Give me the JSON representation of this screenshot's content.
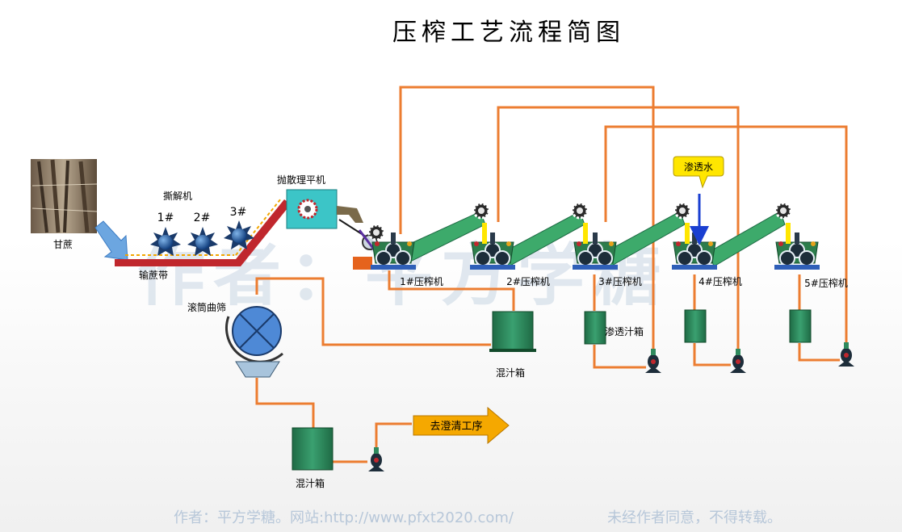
{
  "title": "压榨工艺流程简图",
  "labels": {
    "sugarcane": "甘蔗",
    "conveyor": "输蔗带",
    "shredder": "撕解机",
    "shredder_1": "1#",
    "shredder_2": "2#",
    "shredder_3": "3#",
    "leveler": "抛散理平机",
    "mill_1": "1#压榨机",
    "mill_2": "2#压榨机",
    "mill_3": "3#压榨机",
    "mill_4": "4#压榨机",
    "mill_5": "5#压榨机",
    "imbibition_water": "渗透水",
    "imbibition_tank": "渗透汁箱",
    "mixed_tank_upper": "混汁箱",
    "rotary_screen": "滚筒曲筛",
    "mixed_tank_lower": "混汁箱",
    "to_clarification": "去澄清工序"
  },
  "watermark": "作者：平方学糖",
  "footer": {
    "author": "作者：平方学糖。网站:http://www.pfxt2020.com/",
    "notice": "未经作者同意，不得转载。"
  },
  "colors": {
    "pipe": "#ec7d31",
    "carrier": "#3daa6b",
    "tank": "#2f8a5e",
    "conveyor": "#c0272d",
    "shredder": "#1f4f8f",
    "callout": "#ffe600",
    "flow_arrow": "#f5a800"
  }
}
